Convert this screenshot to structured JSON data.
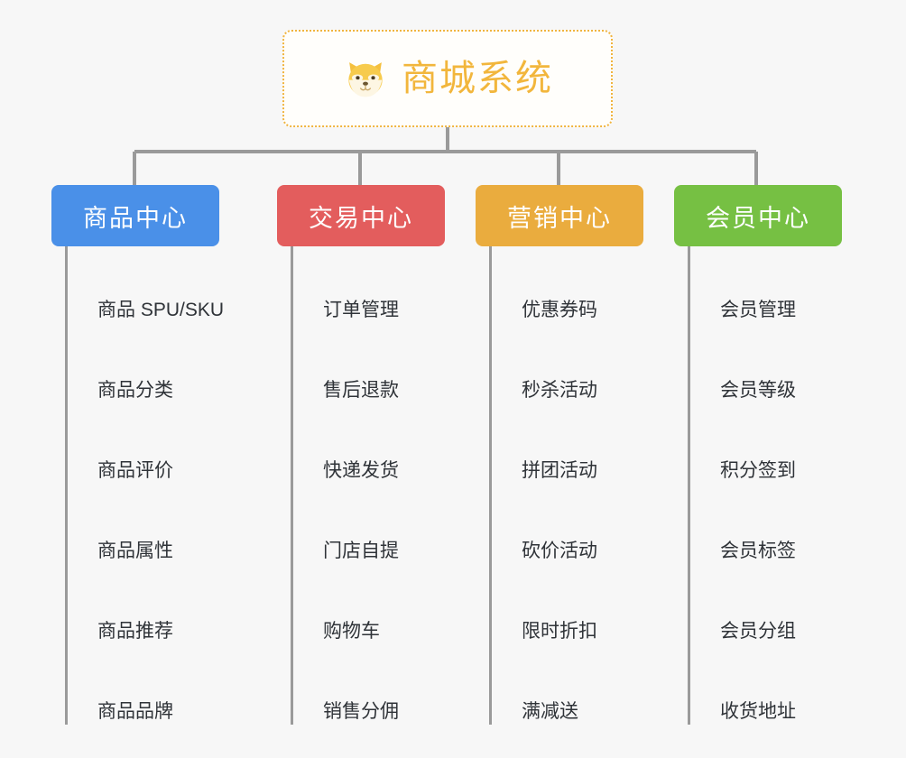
{
  "page": {
    "background_color": "#f7f7f7",
    "diagram_type": "mind-map"
  },
  "root": {
    "title": "商城系统",
    "icon": "shiba-dog-face-emoji",
    "border_color": "#f0b43f",
    "text_color": "#f2b63c",
    "background_color": "#fffefb"
  },
  "connector": {
    "color": "#9a9a9a"
  },
  "branches": [
    {
      "label": "商品中心",
      "color": "#4a90e8",
      "leaves": [
        {
          "label": "商品 SPU/SKU"
        },
        {
          "label": "商品分类"
        },
        {
          "label": "商品评价"
        },
        {
          "label": "商品属性"
        },
        {
          "label": "商品推荐"
        },
        {
          "label": "商品品牌"
        }
      ]
    },
    {
      "label": "交易中心",
      "color": "#e35d5d",
      "leaves": [
        {
          "label": "订单管理"
        },
        {
          "label": "售后退款"
        },
        {
          "label": "快递发货"
        },
        {
          "label": "门店自提"
        },
        {
          "label": "购物车"
        },
        {
          "label": "销售分佣"
        }
      ]
    },
    {
      "label": "营销中心",
      "color": "#eaac3e",
      "leaves": [
        {
          "label": "优惠券码"
        },
        {
          "label": "秒杀活动"
        },
        {
          "label": "拼团活动"
        },
        {
          "label": "砍价活动"
        },
        {
          "label": "限时折扣"
        },
        {
          "label": "满减送"
        }
      ]
    },
    {
      "label": "会员中心",
      "color": "#76c043",
      "leaves": [
        {
          "label": "会员管理"
        },
        {
          "label": "会员等级"
        },
        {
          "label": "积分签到"
        },
        {
          "label": "会员标签"
        },
        {
          "label": "会员分组"
        },
        {
          "label": "收货地址"
        }
      ]
    }
  ]
}
